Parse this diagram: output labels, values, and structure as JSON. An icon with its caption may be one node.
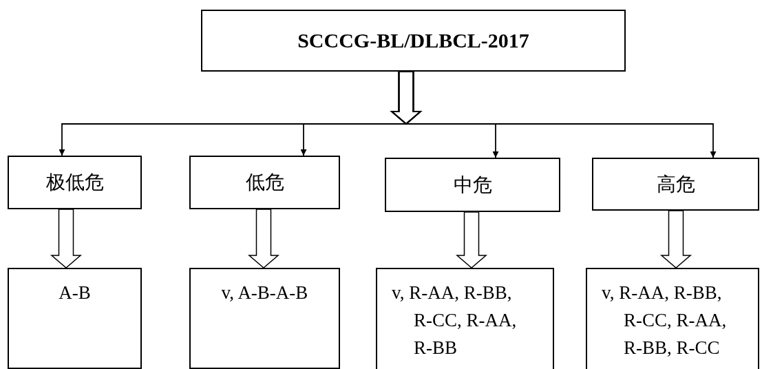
{
  "diagram": {
    "nodes": [
      {
        "text": [
          "SCCCG-BL/DLBCL-2017"
        ]
      },
      {
        "text": [
          "极低危"
        ]
      },
      {
        "text": [
          "低危"
        ]
      },
      {
        "text": [
          "中危"
        ]
      },
      {
        "text": [
          "高危"
        ]
      },
      {
        "text": [
          "A-B"
        ]
      },
      {
        "text": [
          "v, A-B-A-B"
        ]
      },
      {
        "text": [
          "v, R-AA, R-BB, R-CC, R-AA, R-BB"
        ]
      },
      {
        "text": [
          "v, R-AA, R-BB, R-CC, R-AA, R-BB, R-CC"
        ]
      }
    ],
    "edges": [
      {
        "from": 0,
        "to": 1,
        "arrow": "to"
      },
      {
        "from": 0,
        "to": 2,
        "arrow": "to"
      },
      {
        "from": 0,
        "to": 3,
        "arrow": "to"
      },
      {
        "from": 0,
        "to": 4,
        "arrow": "to"
      },
      {
        "from": 1,
        "to": 5,
        "arrow": "to"
      },
      {
        "from": 2,
        "to": 6,
        "arrow": "to"
      },
      {
        "from": 3,
        "to": 7,
        "arrow": "to"
      },
      {
        "from": 4,
        "to": 8,
        "arrow": "to"
      }
    ]
  }
}
